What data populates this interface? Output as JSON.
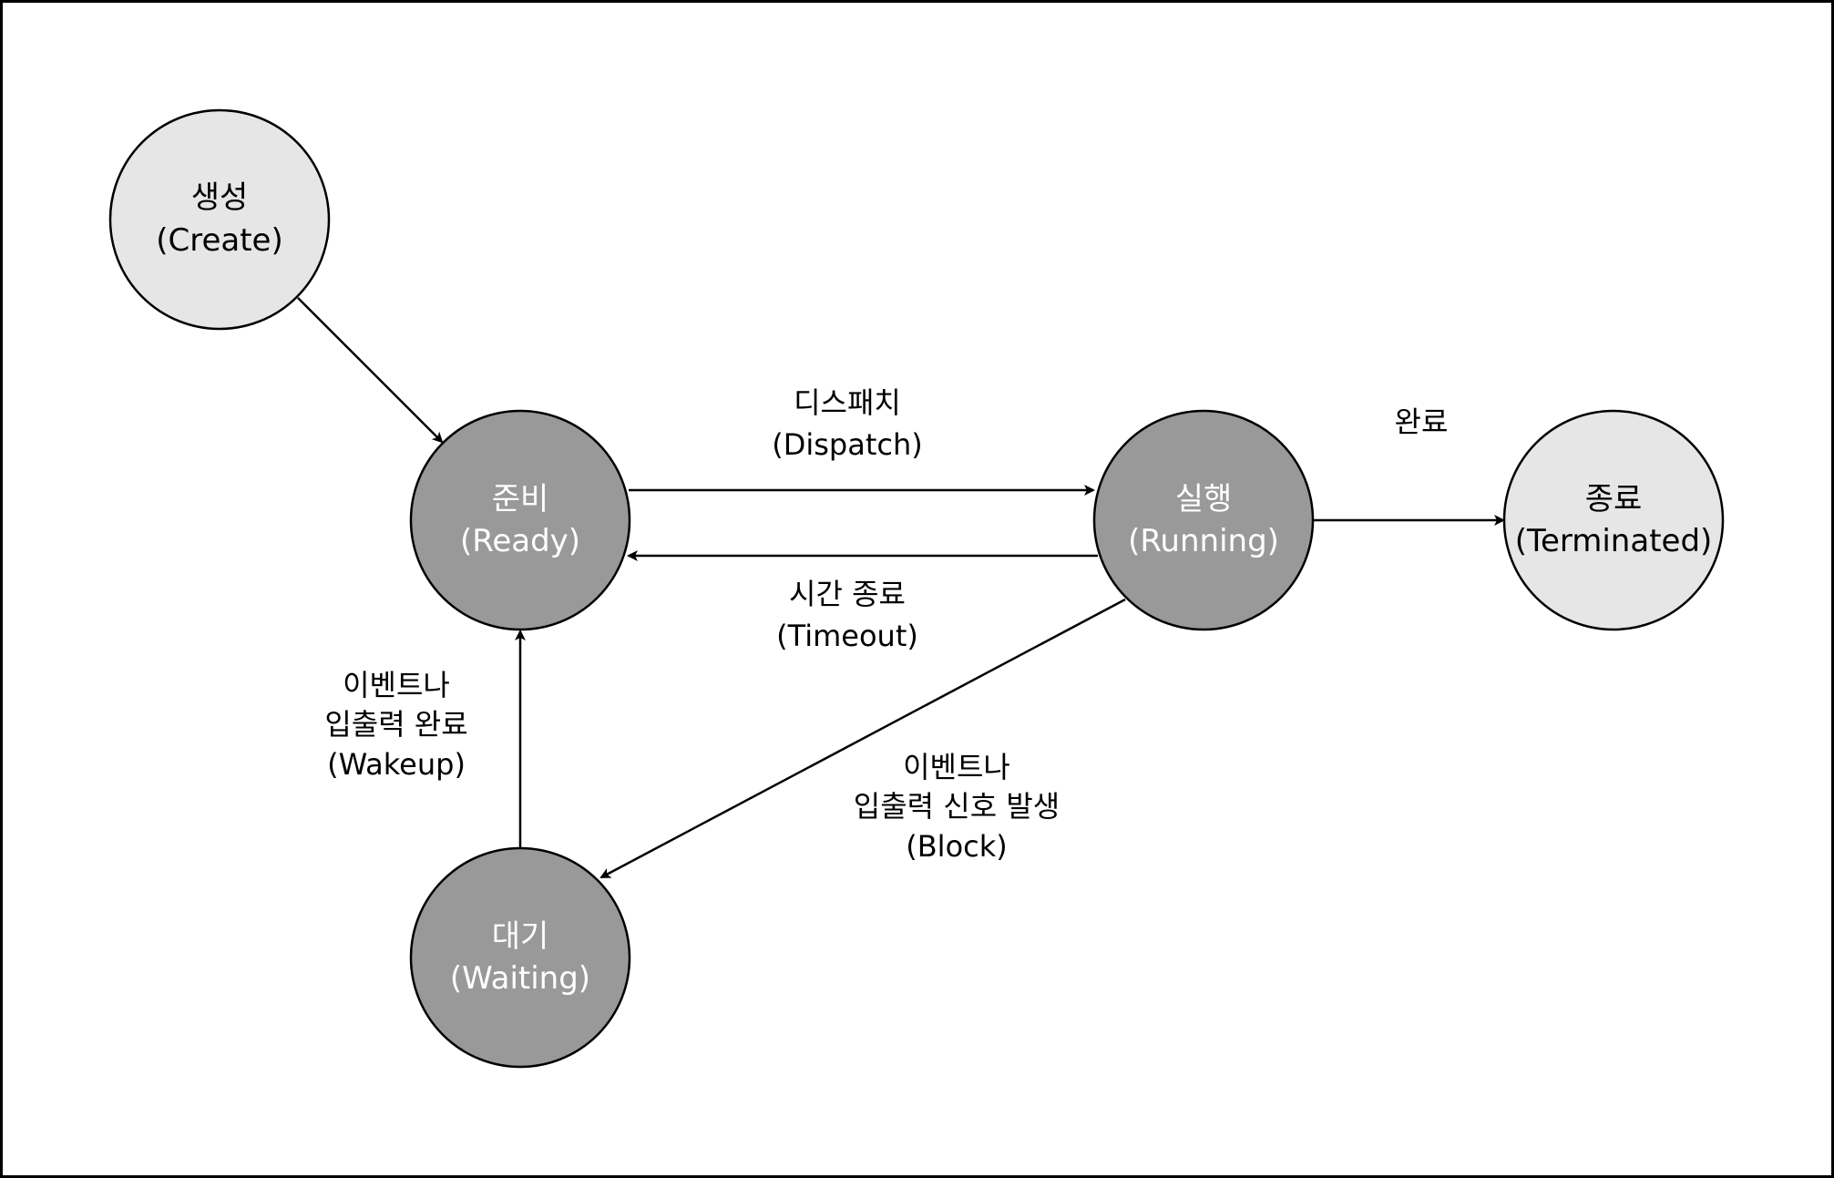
{
  "colors": {
    "light_state_fill": "#e6e6e6",
    "dark_state_fill": "#999999",
    "light_state_text": "#000000",
    "dark_state_text": "#ffffff",
    "stroke": "#000000",
    "background": "#ffffff"
  },
  "states": {
    "create": {
      "name": "생성",
      "sub": "(Create)"
    },
    "ready": {
      "name": "준비",
      "sub": "(Ready)"
    },
    "running": {
      "name": "실행",
      "sub": "(Running)"
    },
    "terminated": {
      "name": "종료",
      "sub": "(Terminated)"
    },
    "waiting": {
      "name": "대기",
      "sub": "(Waiting)"
    }
  },
  "transitions": {
    "dispatch": {
      "line1": "디스패치",
      "line2": "(Dispatch)"
    },
    "timeout": {
      "line1": "시간 종료",
      "line2": "(Timeout)"
    },
    "complete": {
      "line1": "완료"
    },
    "block": {
      "line1": "이벤트나",
      "line2": "입출력 신호 발생",
      "line3": "(Block)"
    },
    "wakeup": {
      "line1": "이벤트나",
      "line2": "입출력 완료",
      "line3": "(Wakeup)"
    }
  }
}
